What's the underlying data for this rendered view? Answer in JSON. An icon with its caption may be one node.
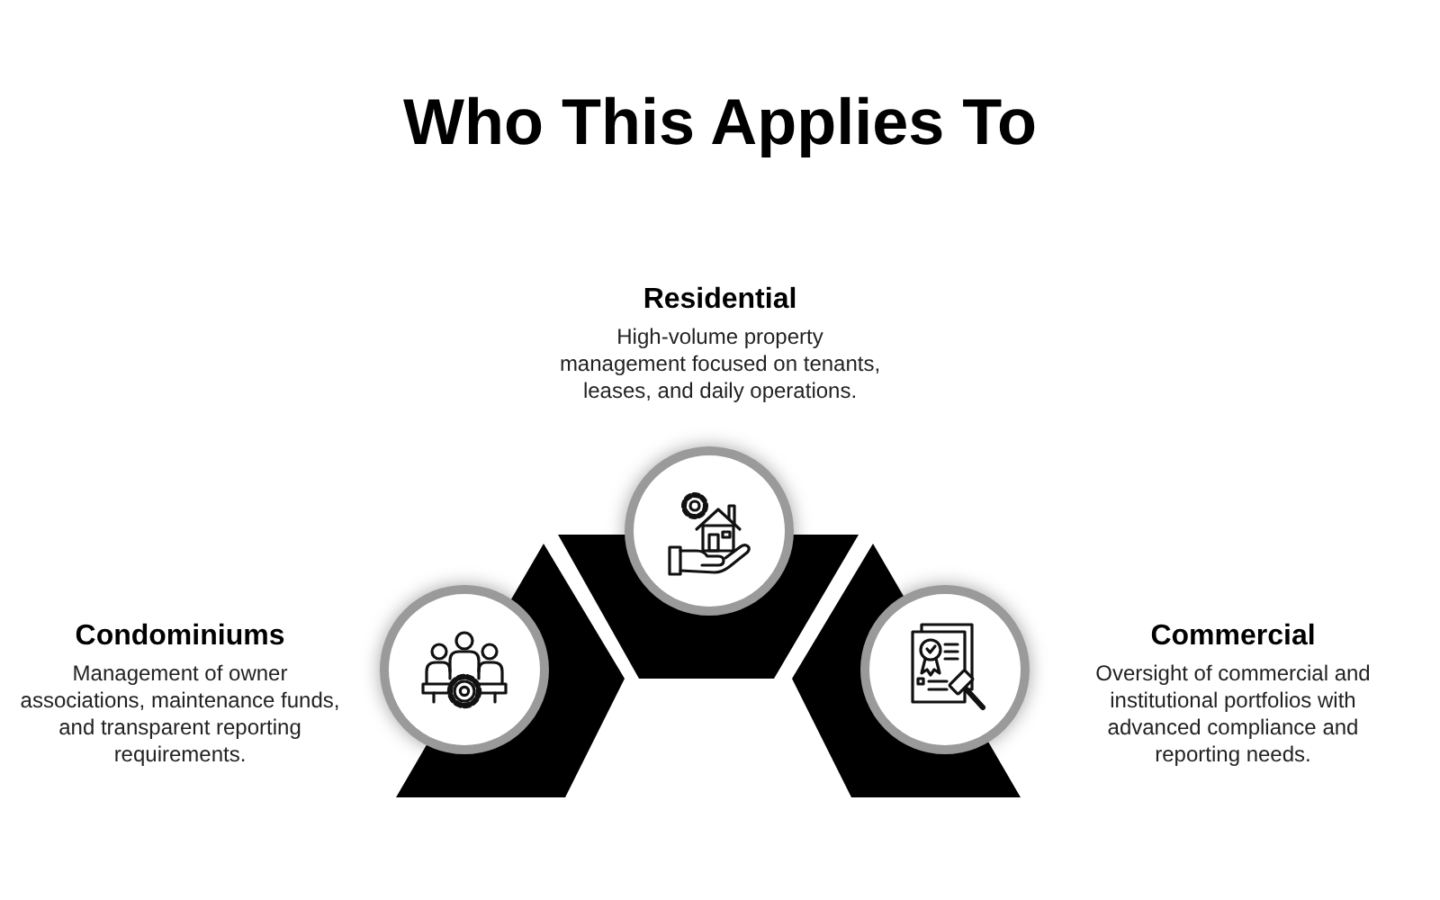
{
  "diagram": {
    "title": "Who This Applies To",
    "nodes": [
      {
        "text": [
          "Residential",
          "High-volume property management focused on tenants, leases, and daily operations."
        ]
      },
      {
        "text": [
          "Condominiums",
          "Management of owner associations, maintenance funds, and transparent reporting requirements."
        ]
      },
      {
        "text": [
          "Commercial",
          "Oversight of commercial and institutional portfolios with advanced compliance and reporting needs."
        ]
      }
    ]
  }
}
